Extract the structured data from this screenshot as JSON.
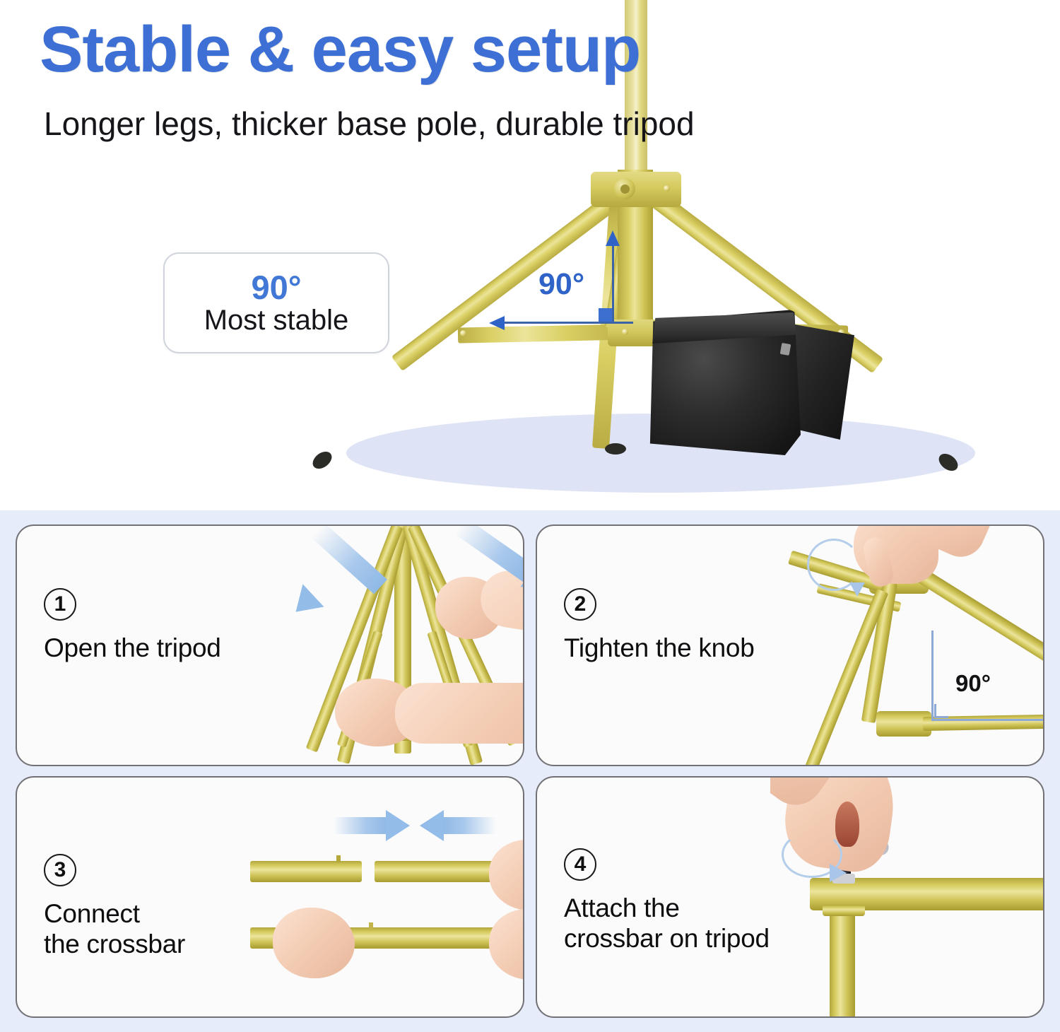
{
  "hero": {
    "headline": "Stable & easy setup",
    "subhead": "Longer legs, thicker base pole, durable tripod",
    "angle_label": "90°",
    "callout": {
      "angle": "90°",
      "text": "Most stable"
    }
  },
  "colors": {
    "headline_blue": "#3d6fd4",
    "accent_blue": "#2f63c8",
    "tripod_yellow": "#d9cf63",
    "sandbag_black": "#1c1c1c",
    "panel_bg": "#fbfbfb",
    "section_bg": "#e6ecfa",
    "floor_shadow": "#dee4f6",
    "arrow_blue": "#93bce8"
  },
  "steps": [
    {
      "number": "1",
      "text": "Open the tripod",
      "art": "hands-opening-tripod-legs-with-two-diverging-arrows"
    },
    {
      "number": "2",
      "text": "Tighten the knob",
      "art": "hand-rotating-knob-on-tripod-hub",
      "angle_label": "90°"
    },
    {
      "number": "3",
      "text": "Connect\nthe crossbar",
      "art": "two-hands-joining-two-crossbar-tubes-with-converging-arrows"
    },
    {
      "number": "4",
      "text": "Attach the\ncrossbar on tripod",
      "art": "hand-twisting-thumbscrew-to-attach-crossbar-to-tripod-top"
    }
  ]
}
